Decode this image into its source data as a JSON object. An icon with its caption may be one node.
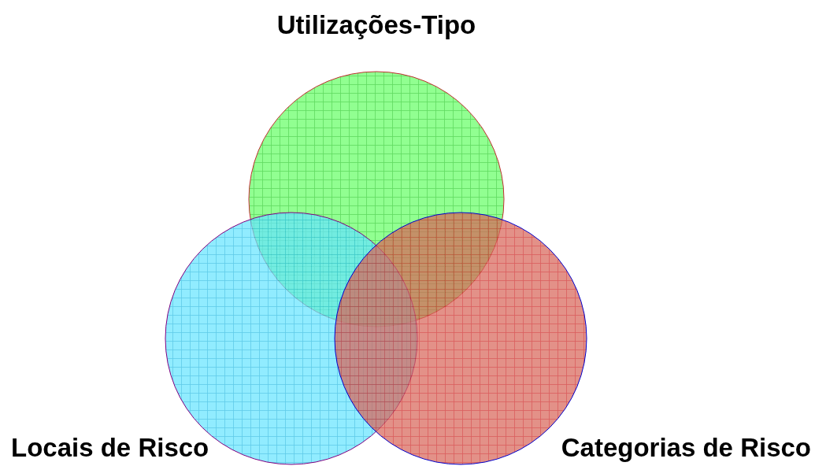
{
  "diagram": {
    "nodes": [
      {
        "text": [
          "Utilizações-Tipo"
        ]
      },
      {
        "text": [
          "Locais de Risco"
        ]
      },
      {
        "text": [
          "Categorias de Risco"
        ]
      }
    ]
  }
}
